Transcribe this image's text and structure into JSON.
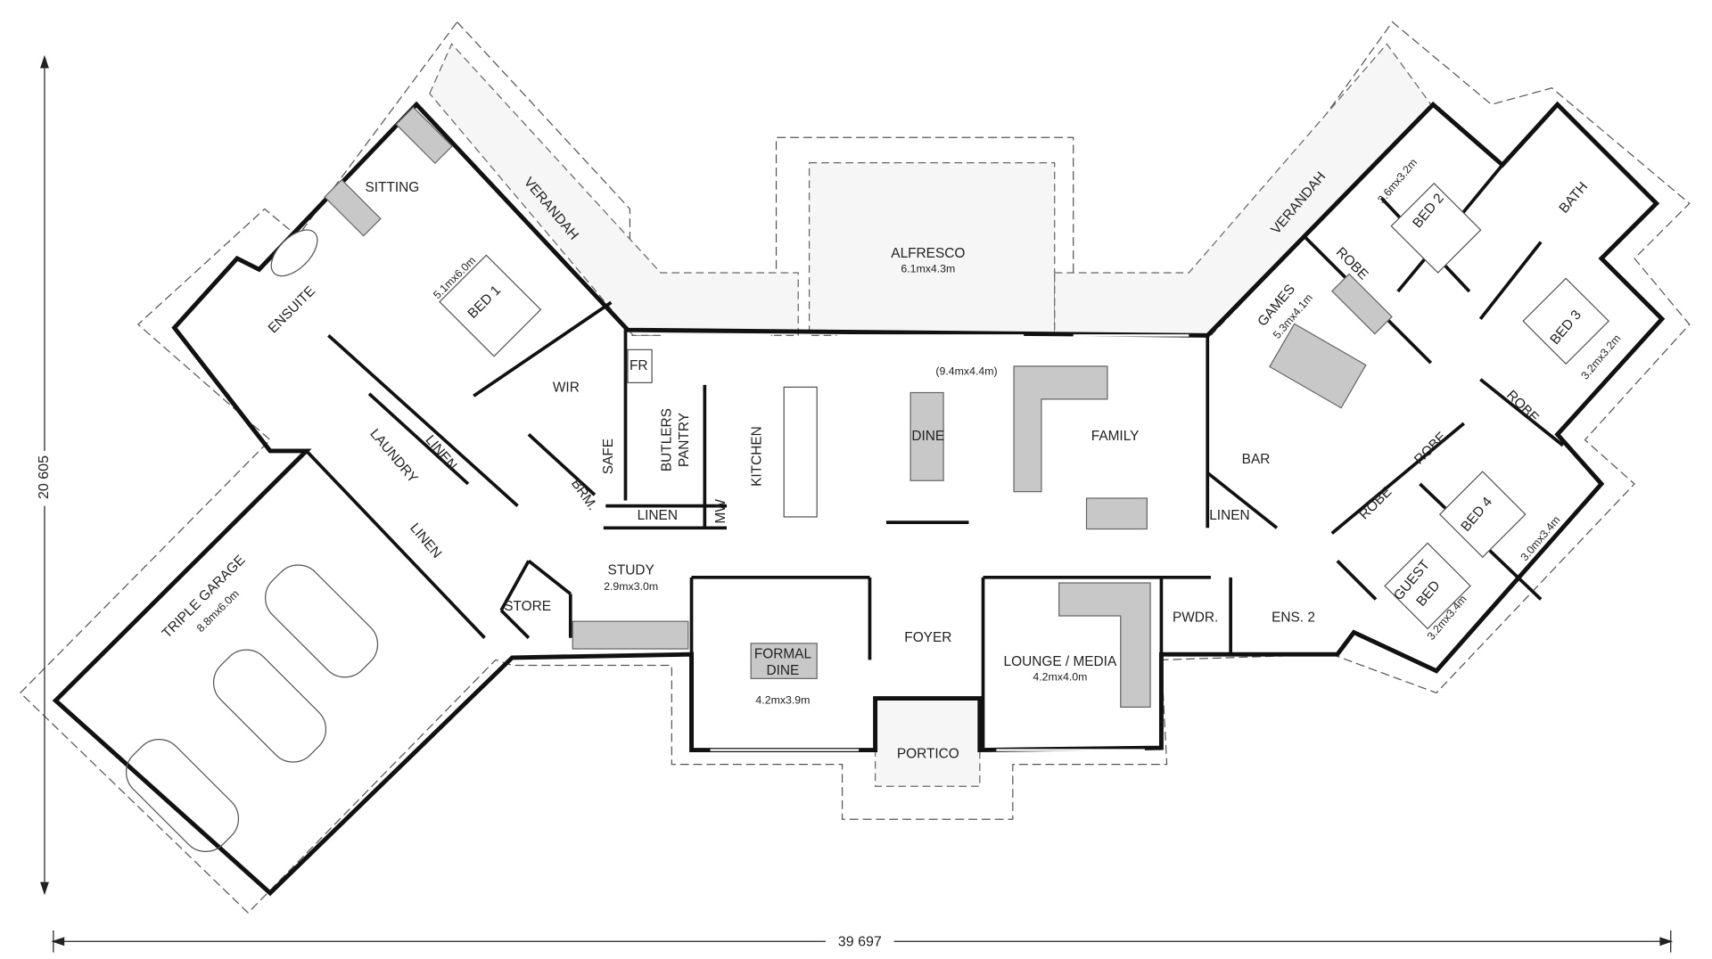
{
  "plan": {
    "dimensions": {
      "height": "20 605",
      "width": "39 697"
    },
    "rooms": {
      "sitting": {
        "label": "SITTING"
      },
      "verandah_left": {
        "label": "VERANDAH"
      },
      "verandah_right": {
        "label": "VERANDAH"
      },
      "alfresco": {
        "label": "ALFRESCO",
        "size": "6.1mx4.3m"
      },
      "bed1": {
        "label": "BED 1",
        "size": "5.1mx6.0m"
      },
      "ensuite": {
        "label": "ENSUITE"
      },
      "wir": {
        "label": "WIR"
      },
      "fr": {
        "label": "FR"
      },
      "butlers_pantry": {
        "label1": "BUTLERS",
        "label2": "PANTRY"
      },
      "kitchen": {
        "label": "KITCHEN"
      },
      "safe": {
        "label": "SAFE"
      },
      "brm": {
        "label": "BRM."
      },
      "laundry": {
        "label": "LAUNDRY"
      },
      "linen_laundry": {
        "label": "LINEN"
      },
      "linen_laundry2": {
        "label": "LINEN"
      },
      "linen_kitchen": {
        "label": "LINEN"
      },
      "mw": {
        "label": "MW"
      },
      "family_dine": {
        "size": "(9.4mx4.4m)",
        "dine": "DINE",
        "family": "FAMILY"
      },
      "bar": {
        "label": "BAR"
      },
      "linen_bar": {
        "label": "LINEN"
      },
      "games": {
        "label": "GAMES",
        "size": "5.3mx4.1m"
      },
      "bed2": {
        "label": "BED 2",
        "size": "3.6mx3.2m"
      },
      "robe_bed2": {
        "label": "ROBE"
      },
      "bath": {
        "label": "BATH"
      },
      "bed3": {
        "label": "BED 3",
        "size": "3.2mx3.2m"
      },
      "robe_bed3": {
        "label": "ROBE"
      },
      "robe_bed4": {
        "label": "ROBE"
      },
      "robe_guest": {
        "label": "ROBE"
      },
      "bed4": {
        "label": "BED 4",
        "size": "3.0mx3.4m"
      },
      "guest_bed": {
        "label1": "GUEST",
        "label2": "BED",
        "size": "3.2mx3.4m"
      },
      "pwdr": {
        "label": "PWDR."
      },
      "ens2": {
        "label": "ENS. 2"
      },
      "study": {
        "label": "STUDY",
        "size": "2.9mx3.0m"
      },
      "store": {
        "label": "STORE"
      },
      "formal_dine": {
        "label1": "FORMAL",
        "label2": "DINE",
        "size": "4.2mx3.9m"
      },
      "foyer": {
        "label": "FOYER"
      },
      "lounge": {
        "label": "LOUNGE / MEDIA",
        "size": "4.2mx4.0m"
      },
      "portico": {
        "label": "PORTICO"
      },
      "garage": {
        "label": "TRIPLE GARAGE",
        "size": "8.8mx6.0m"
      }
    }
  }
}
